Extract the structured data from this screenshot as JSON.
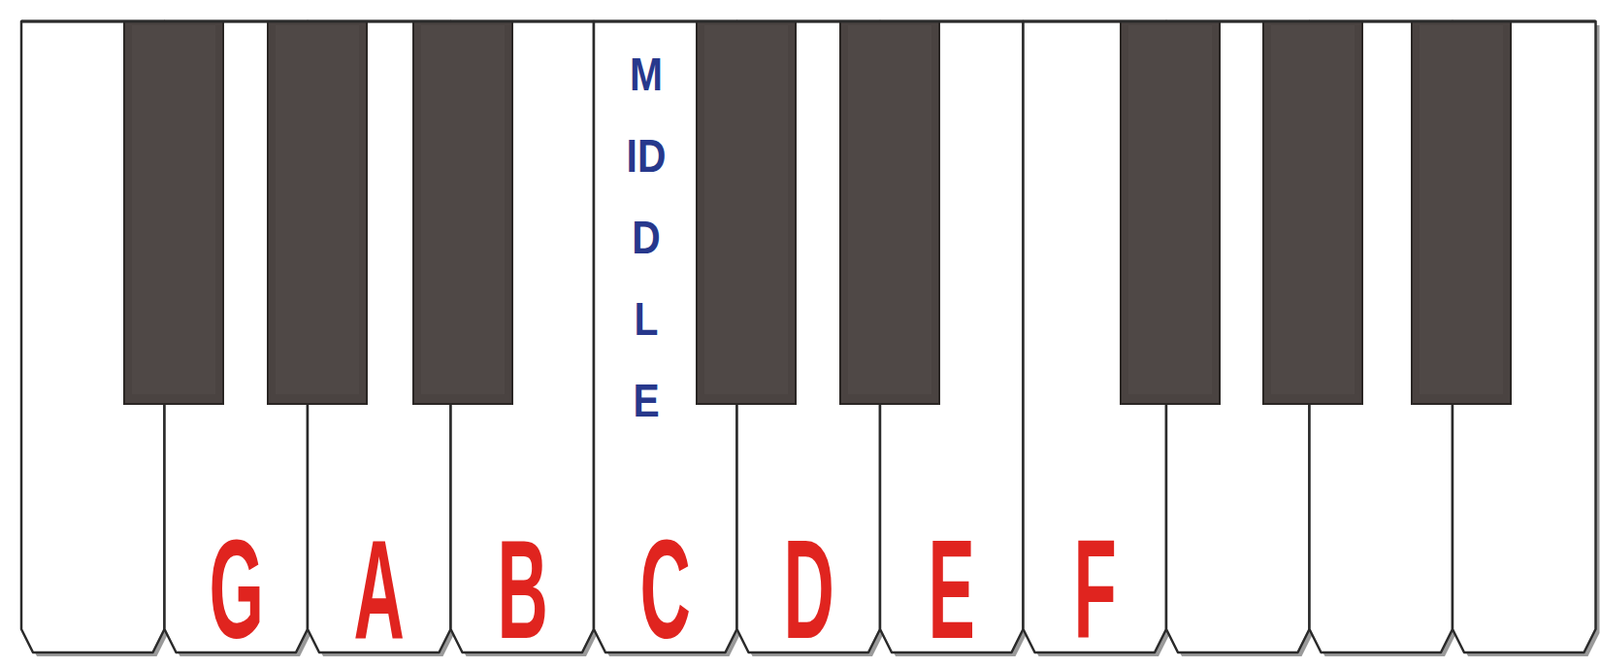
{
  "diagram": {
    "labels": [
      "G",
      "A",
      "B",
      "C",
      "D",
      "E",
      "F",
      "MIDDLE"
    ]
  }
}
